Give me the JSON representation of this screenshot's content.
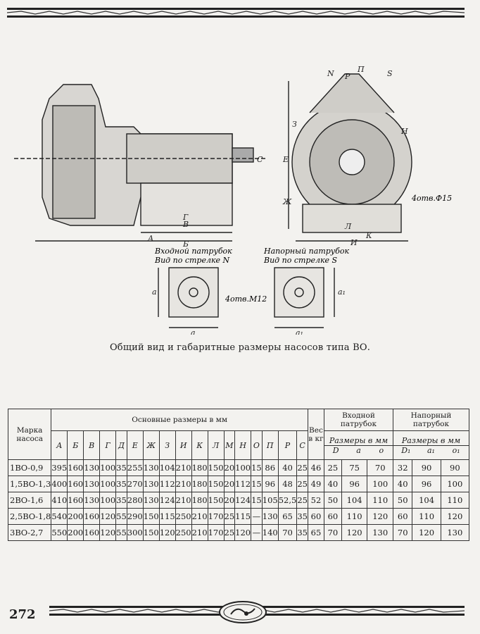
{
  "figure": {
    "inlet_title": "Входной патрубок",
    "inlet_view": "Вид по стрелке N",
    "outlet_title": "Напорный патрубок",
    "outlet_view": "Вид по стрелке S",
    "holes_m12": "4отв.М12",
    "holes_d15": "4отв.Ф15",
    "dim_labels": [
      "А",
      "Б",
      "В",
      "Г",
      "Е",
      "Ж",
      "З",
      "И",
      "К",
      "Л",
      "Н",
      "П",
      "Р",
      "С",
      "S",
      "N",
      "a",
      "a₁"
    ]
  },
  "caption": "Общий вид и габаритные размеры насосов типа ВО.",
  "table": {
    "header_brand": "Марка насоса",
    "header_main": "Основные размеры в мм",
    "header_weight": "Вес в кг",
    "header_inlet": "Входной патрубок",
    "header_outlet": "Напорный патрубок",
    "header_sizes": "Размеры в мм",
    "main_cols": [
      "А",
      "Б",
      "В",
      "Г",
      "Д",
      "Е",
      "Ж",
      "З",
      "И",
      "К",
      "Л",
      "М",
      "Н",
      "О",
      "П",
      "Р",
      "С"
    ],
    "inlet_cols": [
      "D",
      "a",
      "o"
    ],
    "outlet_cols": [
      "D₁",
      "a₁",
      "o₁"
    ],
    "rows": [
      {
        "name": "1ВО-0,9",
        "main": [
          "395",
          "160",
          "130",
          "100",
          "35",
          "255",
          "130",
          "104",
          "210",
          "180",
          "150",
          "20",
          "100",
          "15",
          "86",
          "40",
          "25"
        ],
        "weight": "46",
        "inlet": [
          "25",
          "75",
          "70"
        ],
        "outlet": [
          "32",
          "90",
          "90"
        ]
      },
      {
        "name": "1,5ВО-1,3",
        "main": [
          "400",
          "160",
          "130",
          "100",
          "35",
          "270",
          "130",
          "112",
          "210",
          "180",
          "150",
          "20",
          "112",
          "15",
          "96",
          "48",
          "25"
        ],
        "weight": "49",
        "inlet": [
          "40",
          "96",
          "100"
        ],
        "outlet": [
          "40",
          "96",
          "100"
        ]
      },
      {
        "name": "2ВО-1,6",
        "main": [
          "410",
          "160",
          "130",
          "100",
          "35",
          "280",
          "130",
          "124",
          "210",
          "180",
          "150",
          "20",
          "124",
          "15",
          "105",
          "52,5",
          "25"
        ],
        "weight": "52",
        "inlet": [
          "50",
          "104",
          "110"
        ],
        "outlet": [
          "50",
          "104",
          "110"
        ]
      },
      {
        "name": "2,5ВО-1,8",
        "main": [
          "540",
          "200",
          "160",
          "120",
          "55",
          "290",
          "150",
          "115",
          "250",
          "210",
          "170",
          "25",
          "115",
          "—",
          "130",
          "65",
          "35"
        ],
        "weight": "60",
        "inlet": [
          "60",
          "110",
          "120"
        ],
        "outlet": [
          "60",
          "110",
          "120"
        ]
      },
      {
        "name": "3ВО-2,7",
        "main": [
          "550",
          "200",
          "160",
          "120",
          "55",
          "300",
          "150",
          "120",
          "250",
          "210",
          "170",
          "25",
          "120",
          "—",
          "140",
          "70",
          "35"
        ],
        "weight": "65",
        "inlet": [
          "70",
          "120",
          "130"
        ],
        "outlet": [
          "70",
          "120",
          "130"
        ]
      }
    ]
  },
  "footer": {
    "page_number": "272"
  }
}
